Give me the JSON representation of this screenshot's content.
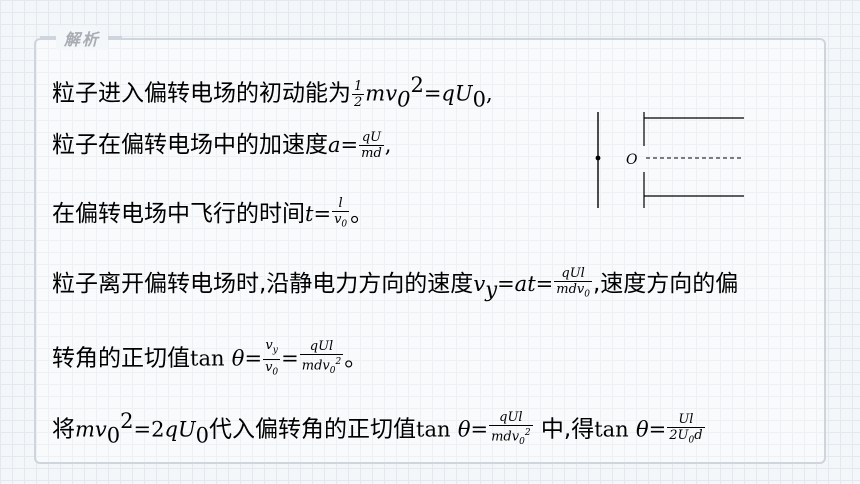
{
  "header": {
    "section_label": "解析"
  },
  "lines": {
    "l1": {
      "text": "粒子进入偏转电场的初动能为",
      "frac_num": "1",
      "frac_den": "2",
      "m1": "mv",
      "s1": "0",
      "p1": "2",
      "eq": "=",
      "m2": "qU",
      "s2": "0",
      "end": ","
    },
    "l2": {
      "text": "粒子在偏转电场中的加速度",
      "m1": "a",
      "eq": "=",
      "frac_num": "qU",
      "frac_den": "md",
      "end": ","
    },
    "l3": {
      "text": "在偏转电场中飞行的时间",
      "m1": "t",
      "eq": "=",
      "frac_num": "l",
      "frac_den_m": "v",
      "frac_den_s": "0",
      "end": "。"
    },
    "l4": {
      "text": "粒子离开偏转电场时,沿静电力方向的速度",
      "m1": "v",
      "s1": "y",
      "eq": "=",
      "m2": "at",
      "eq2": "=",
      "frac_num": "qUl",
      "frac_den_m": "mdv",
      "frac_den_s": "0",
      "end": ",速度方向的偏"
    },
    "l5": {
      "text": "转角的正切值",
      "fn": "tan",
      "theta": "θ",
      "eq": "=",
      "f1_num_m": "v",
      "f1_num_s": "y",
      "f1_den_m": "v",
      "f1_den_s": "0",
      "eq2": "=",
      "f2_num": "qUl",
      "f2_den_m": "mdv",
      "f2_den_s": "0",
      "f2_den_p": "2",
      "end": "。"
    },
    "l6": {
      "text": "将",
      "m1": "mv",
      "s1": "0",
      "p1": "2",
      "eq": "=",
      "r2": "2",
      "m2": "qU",
      "s2": "0",
      "text2": "代入偏转角的正切值",
      "fn": "tan",
      "theta": "θ",
      "eq2": "=",
      "f1_num": "qUl",
      "f1_den_m": "mdv",
      "f1_den_s": "0",
      "f1_den_p": "2",
      "text3": " 中,得",
      "fn2": "tan",
      "theta2": "θ",
      "eq3": "=",
      "f2_num": "Ul",
      "f2_den_m": "2U",
      "f2_den_s": "0",
      "f2_den_m2": "d"
    }
  },
  "diagram": {
    "origin_label": "O"
  }
}
